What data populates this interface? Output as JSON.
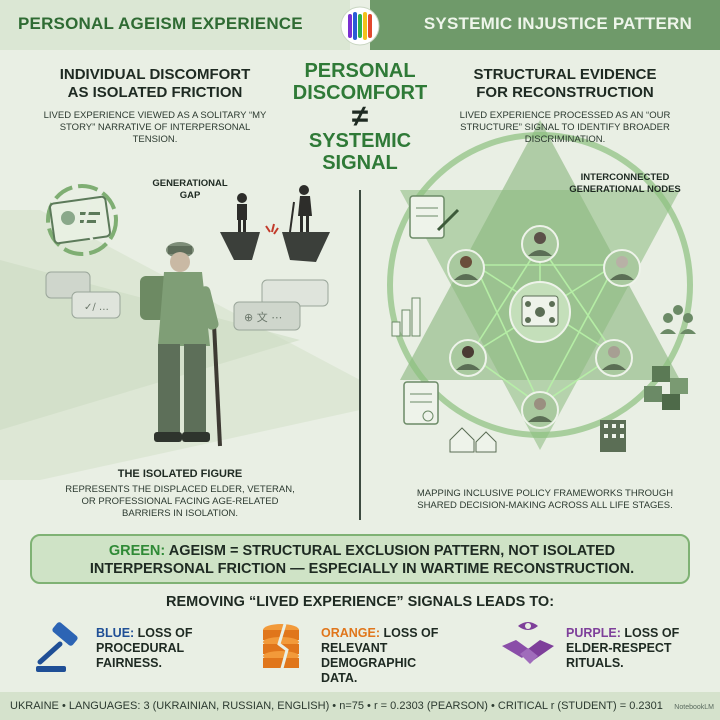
{
  "header": {
    "left_title": "PERSONAL AGEISM EXPERIENCE",
    "right_title": "SYSTEMIC INJUSTICE PATTERN"
  },
  "center": {
    "line1": "PERSONAL",
    "line2": "DISCOMFORT",
    "neq": "≠",
    "line3": "SYSTEMIC",
    "line4": "SIGNAL"
  },
  "left": {
    "heading_1": "INDIVIDUAL DISCOMFORT",
    "heading_2": "AS ISOLATED FRICTION",
    "desc": "LIVED EXPERIENCE VIEWED AS A SOLITARY “MY STORY” NARRATIVE OF INTERPERSONAL TENSION.",
    "gap_label_1": "GENERATIONAL",
    "gap_label_2": "GAP",
    "figure_title": "THE ISOLATED FIGURE",
    "figure_desc": "REPRESENTS THE DISPLACED ELDER, VETERAN, OR PROFESSIONAL FACING AGE-RELATED BARRIERS IN ISOLATION."
  },
  "right": {
    "heading_1": "STRUCTURAL EVIDENCE",
    "heading_2": "FOR RECONSTRUCTION",
    "desc": "LIVED EXPERIENCE PROCESSED AS AN “OUR STRUCTURE” SIGNAL TO IDENTIFY BROADER DISCRIMINATION.",
    "nodes_label_1": "INTERCONNECTED",
    "nodes_label_2": "GENERATIONAL NODES",
    "map_desc": "MAPPING INCLUSIVE POLICY FRAMEWORKS THROUGH SHARED DECISION-MAKING ACROSS ALL LIFE STAGES."
  },
  "banner": {
    "key": "GREEN:",
    "line1_rest": " AGEISM = STRUCTURAL EXCLUSION PATTERN, NOT ISOLATED",
    "line2": "INTERPERSONAL FRICTION — ESPECIALLY IN WARTIME RECONSTRUCTION."
  },
  "removing": "REMOVING “LIVED EXPERIENCE” SIGNALS LEADS TO:",
  "losses": [
    {
      "key": "BLUE:",
      "rest": " LOSS OF PROCEDURAL FAIRNESS.",
      "icon": "gavel-icon",
      "color": "#1f4f96"
    },
    {
      "key": "ORANGE:",
      "rest": " LOSS OF RELEVANT DEMOGRAPHIC DATA.",
      "icon": "broken-database-icon",
      "color": "#e0761b"
    },
    {
      "key": "PURPLE:",
      "rest": " LOSS OF ELDER-RESPECT RITUALS.",
      "icon": "handshake-icon",
      "color": "#7e3f9a"
    }
  ],
  "footer": {
    "text": "UKRAINE • LANGUAGES: 3 (UKRAINIAN, RUSSIAN, ENGLISH) • n=75 • r = 0.2303 (PEARSON) • CRITICAL r (STUDENT) = 0.2301",
    "watermark": "NotebookLM"
  },
  "colors": {
    "green_accent": "#2f7a37",
    "header_right_bg": "#6f9a6a",
    "banner_bg": "#cfe3c6"
  }
}
